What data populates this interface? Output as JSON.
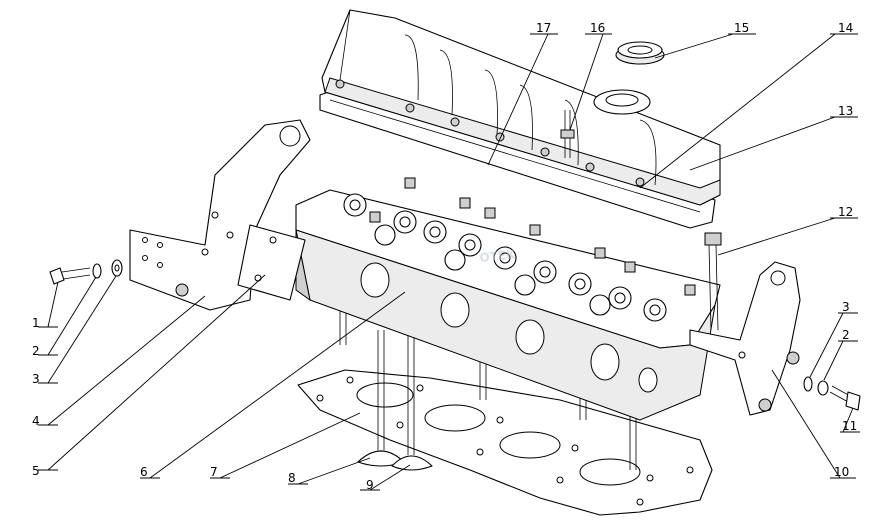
{
  "callouts": {
    "c1": "1",
    "c2_left": "2",
    "c3_left": "3",
    "c4": "4",
    "c5": "5",
    "c6": "6",
    "c7": "7",
    "c8": "8",
    "c9": "9",
    "c10": "10",
    "c11": "11",
    "c2_right": "2",
    "c3_right": "3",
    "c12": "12",
    "c13": "13",
    "c14": "14",
    "c15": "15",
    "c16": "16",
    "c17": "17"
  },
  "watermark": "OTEK"
}
